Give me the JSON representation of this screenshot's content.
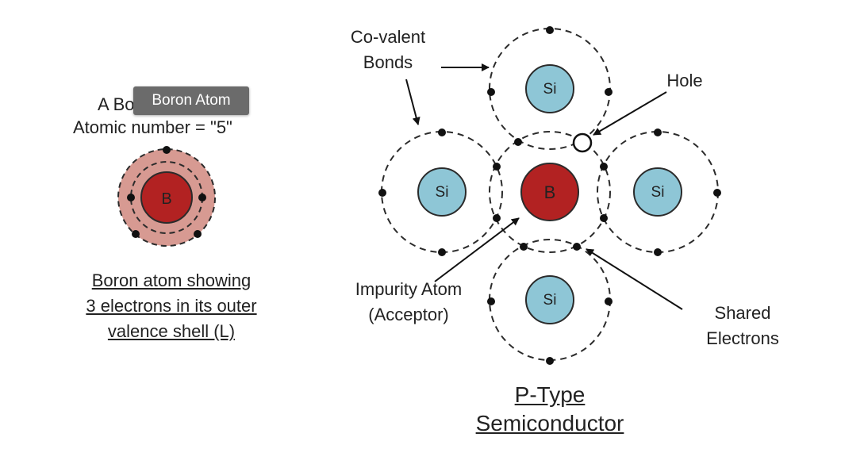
{
  "tooltip": {
    "text": "Boron Atom"
  },
  "left": {
    "title_line1": "A Bo",
    "title_line2": "Atomic number = \"5\"",
    "atom_label": "B",
    "caption": [
      "Boron atom showing",
      "3 electrons in its outer",
      "valence shell (L)"
    ]
  },
  "right": {
    "covalent_bonds": [
      "Co-valent",
      "Bonds"
    ],
    "hole": "Hole",
    "impurity": [
      "Impurity Atom",
      "(Acceptor)"
    ],
    "shared": [
      "Shared",
      "Electrons"
    ],
    "title": [
      "P-Type",
      "Semiconductor"
    ],
    "center_label": "B",
    "si_label": "Si"
  },
  "colors": {
    "boron": "#b22222",
    "boron_halo": "#d79a92",
    "silicon": "#8ec6d6",
    "stroke": "#2b2b2b"
  }
}
